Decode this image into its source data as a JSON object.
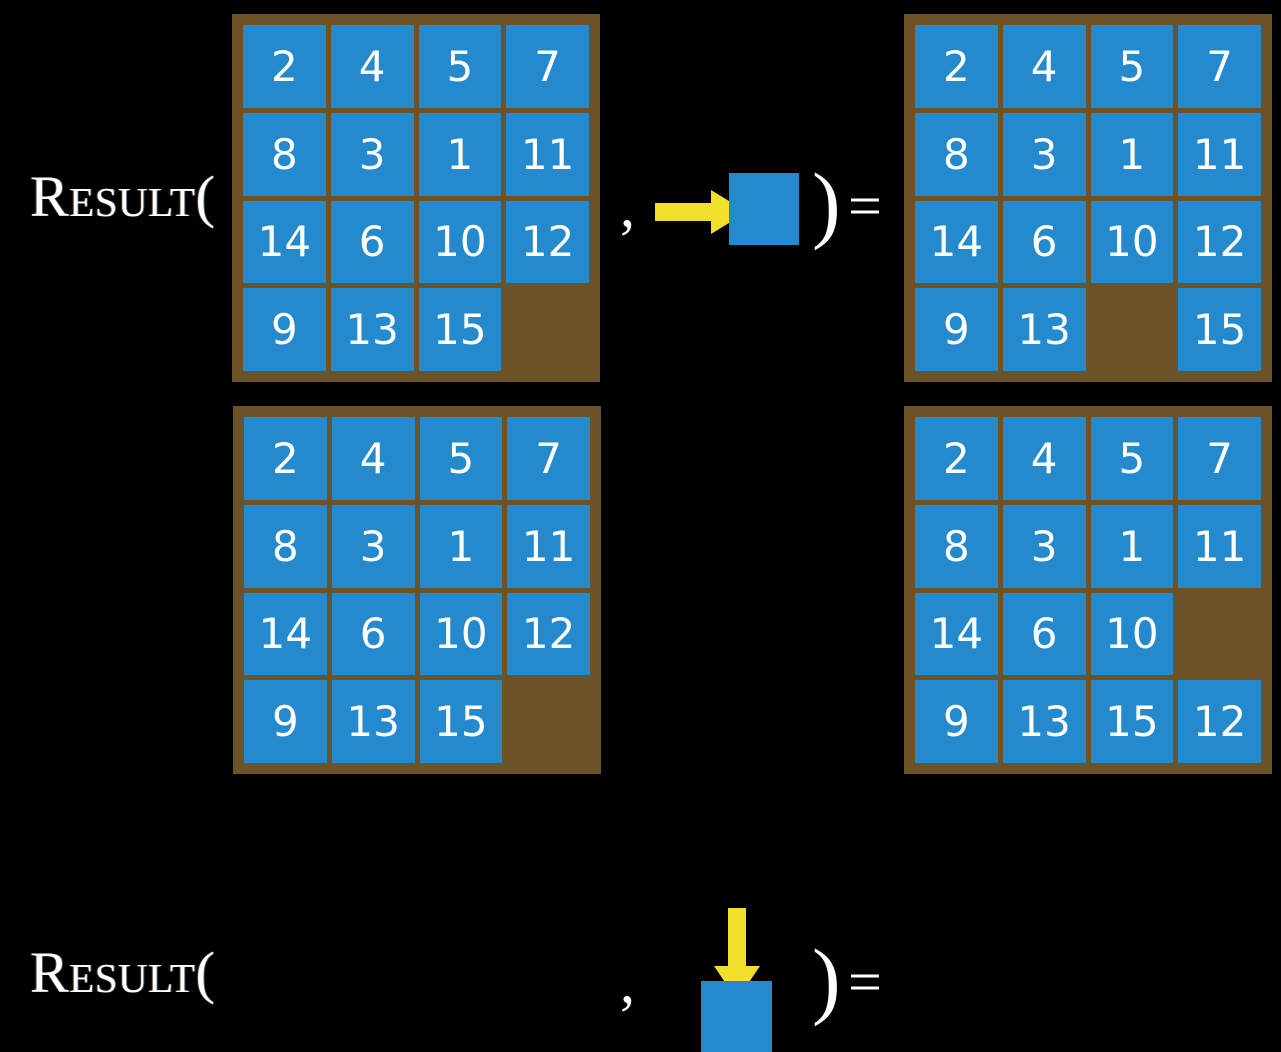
{
  "background_color": "#000000",
  "palette": {
    "tile": "#2589CE",
    "board": "#6B5327",
    "arrow": "#F2DF2C",
    "text": "#FFFFFF"
  },
  "equations": [
    {
      "label": "Result(",
      "comma": ",",
      "close_paren": ")",
      "equals": "=",
      "move": {
        "direction": "right",
        "arrow_icon": "arrow-right-icon",
        "square_label": ""
      },
      "input_grid": {
        "rows": [
          [
            "2",
            "4",
            "5",
            "7"
          ],
          [
            "8",
            "3",
            "1",
            "11"
          ],
          [
            "14",
            "6",
            "10",
            "12"
          ],
          [
            "9",
            "13",
            "15",
            ""
          ]
        ]
      },
      "output_grid": {
        "rows": [
          [
            "2",
            "4",
            "5",
            "7"
          ],
          [
            "8",
            "3",
            "1",
            "11"
          ],
          [
            "14",
            "6",
            "10",
            "12"
          ],
          [
            "9",
            "13",
            "",
            "15"
          ]
        ]
      }
    },
    {
      "label": "Result(",
      "comma": ",",
      "close_paren": ")",
      "equals": "=",
      "move": {
        "direction": "down",
        "arrow_icon": "arrow-down-icon",
        "square_label": ""
      },
      "input_grid": {
        "rows": [
          [
            "2",
            "4",
            "5",
            "7"
          ],
          [
            "8",
            "3",
            "1",
            "11"
          ],
          [
            "14",
            "6",
            "10",
            "12"
          ],
          [
            "9",
            "13",
            "15",
            ""
          ]
        ]
      },
      "output_grid": {
        "rows": [
          [
            "2",
            "4",
            "5",
            "7"
          ],
          [
            "8",
            "3",
            "1",
            "11"
          ],
          [
            "14",
            "6",
            "10",
            ""
          ],
          [
            "9",
            "13",
            "15",
            "12"
          ]
        ]
      }
    }
  ]
}
